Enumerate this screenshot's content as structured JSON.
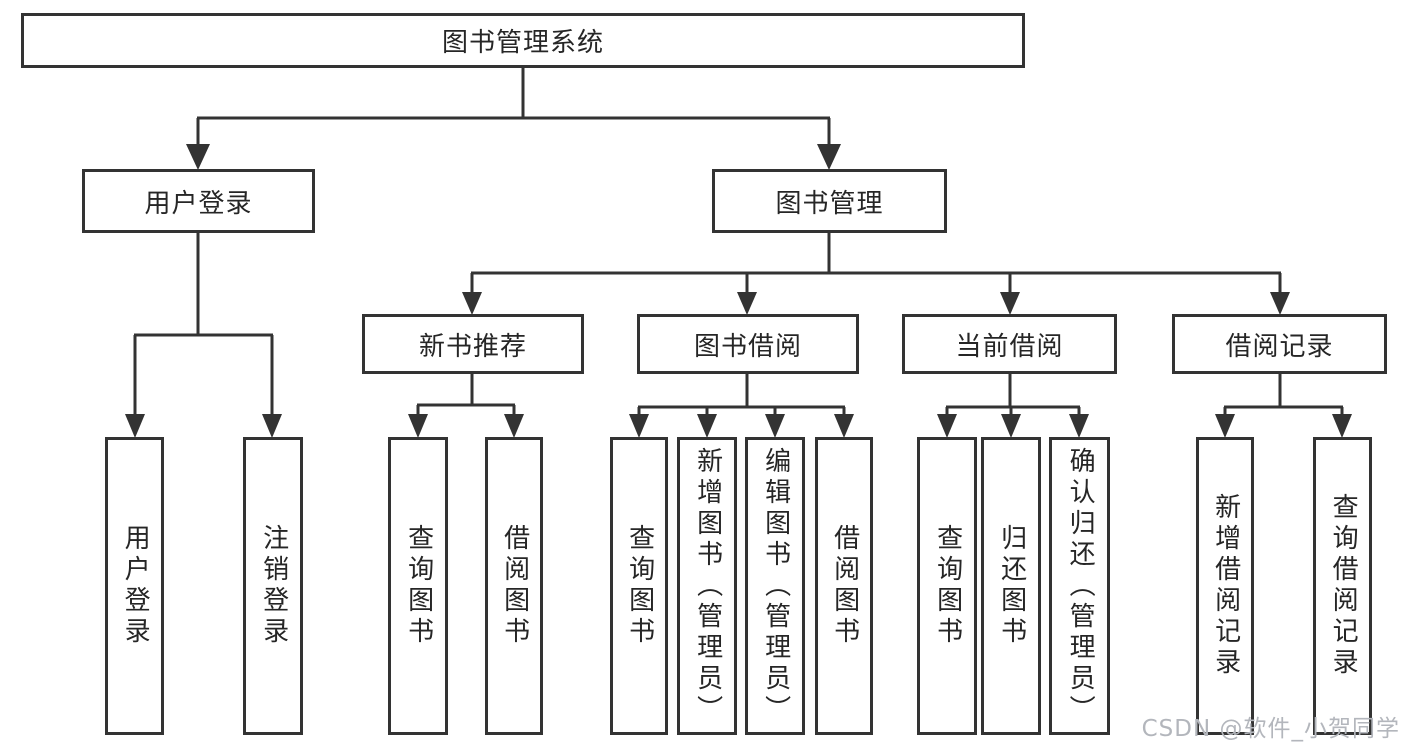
{
  "colors": {
    "line": "#333333",
    "text": "#262626",
    "background": "#ffffff",
    "watermark": "#b3b6bc"
  },
  "nodes": {
    "root": "图书管理系统",
    "level2": [
      "用户登录",
      "图书管理"
    ],
    "level3": [
      "新书推荐",
      "图书借阅",
      "当前借阅",
      "借阅记录"
    ],
    "level4": {
      "user_login": [
        "用户登录",
        "注销登录"
      ],
      "new_books": [
        "查询图书",
        "借阅图书"
      ],
      "book_borrow": [
        "查询图书",
        "新增图书（管理员）",
        "编辑图书（管理员）",
        "借阅图书"
      ],
      "current_borrow": [
        "查询图书",
        "归还图书",
        "确认归还（管理员）"
      ],
      "borrow_records": [
        "新增借阅记录",
        "查询借阅记录"
      ]
    }
  },
  "watermark": {
    "text": "CSDN @软件_小贺同学"
  }
}
